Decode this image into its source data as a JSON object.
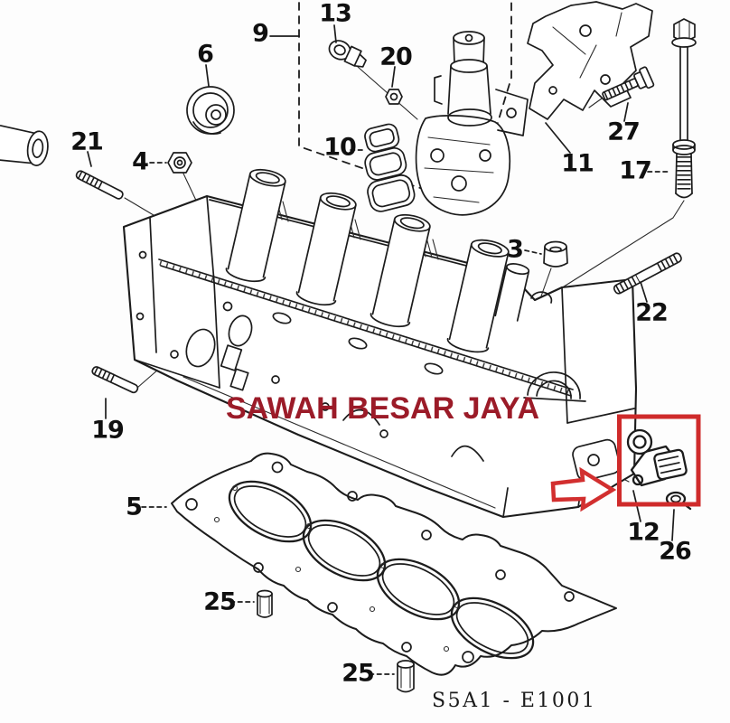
{
  "watermark": {
    "text": "SAWAH BESAR JAYA",
    "color": "#9b1b28"
  },
  "diagram_code": {
    "text": "S5A1 - E1001"
  },
  "highlight": {
    "box_color": "#cf2b2b",
    "arrow_color": "#d22f2f"
  },
  "line_color": "#1c1c1c",
  "labels": [
    {
      "id": "9",
      "text": "9"
    },
    {
      "id": "13",
      "text": "13"
    },
    {
      "id": "6",
      "text": "6"
    },
    {
      "id": "21",
      "text": "21"
    },
    {
      "id": "4",
      "text": "4"
    },
    {
      "id": "20",
      "text": "20"
    },
    {
      "id": "10",
      "text": "10"
    },
    {
      "id": "27",
      "text": "27"
    },
    {
      "id": "11",
      "text": "11"
    },
    {
      "id": "17",
      "text": "17"
    },
    {
      "id": "3",
      "text": "3"
    },
    {
      "id": "22",
      "text": "22"
    },
    {
      "id": "19",
      "text": "19"
    },
    {
      "id": "5",
      "text": "5"
    },
    {
      "id": "25a",
      "text": "25"
    },
    {
      "id": "25b",
      "text": "25"
    },
    {
      "id": "12",
      "text": "12"
    },
    {
      "id": "26",
      "text": "26"
    }
  ]
}
